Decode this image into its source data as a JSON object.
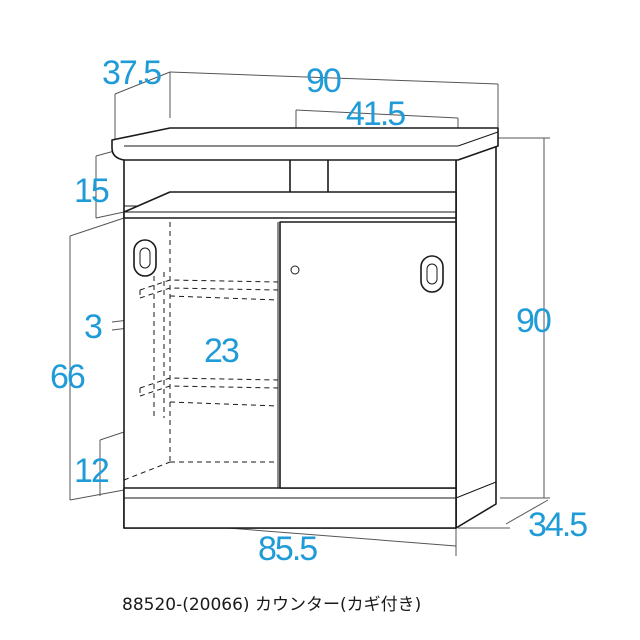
{
  "dimensions": {
    "depth_top": "37.5",
    "width_total": "90",
    "opening_width": "41.5",
    "shelf_height": "15",
    "height_total": "90",
    "inner_gap": "3",
    "lower_height": "66",
    "shelf_spacing": "23",
    "base_height": "12",
    "depth_bottom": "34.5",
    "width_bottom": "85.5"
  },
  "caption": "88520-(20066) カウンター(カギ付き)",
  "colors": {
    "dimension": "#1f9bd8",
    "outline": "#1a1a1a",
    "background": "#ffffff"
  }
}
